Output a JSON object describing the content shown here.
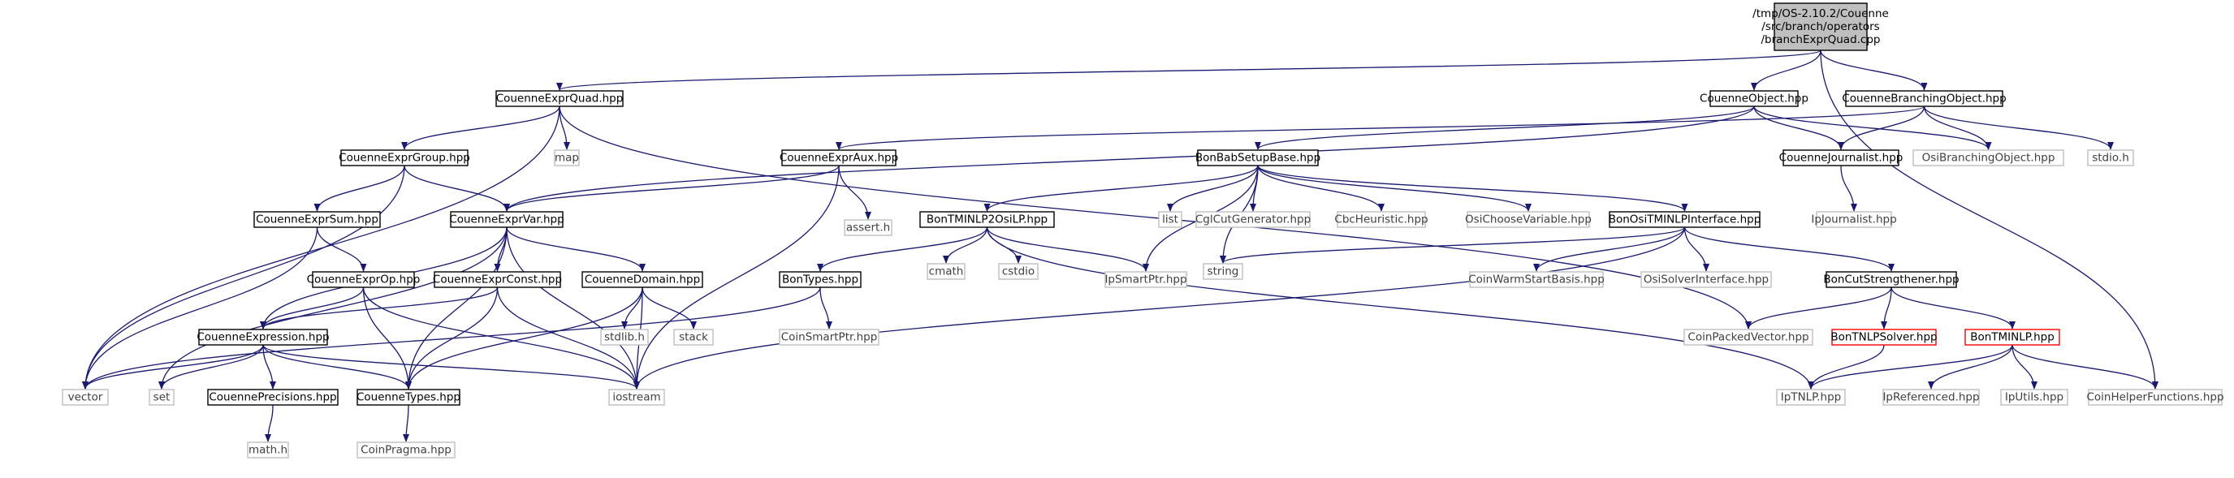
{
  "colors": {
    "edge": "#191970",
    "node_border_normal": "#000000",
    "node_border_external": "#bfbfbf",
    "node_border_truncated": "#ff0000",
    "root_fill": "#bfbfbf",
    "text_normal": "#000000",
    "text_external": "#404040"
  },
  "nodes": [
    {
      "id": "root",
      "label": "/tmp/OS-2.10.2/Couenne\n/src/branch/operators\n/branchExprQuad.cpp",
      "style": "root"
    },
    {
      "id": "cqd",
      "label": "CouenneExprQuad.hpp",
      "style": "normal"
    },
    {
      "id": "cob",
      "label": "CouenneObject.hpp",
      "style": "normal"
    },
    {
      "id": "cbo",
      "label": "CouenneBranchingObject.hpp",
      "style": "normal"
    },
    {
      "id": "cgrp",
      "label": "CouenneExprGroup.hpp",
      "style": "normal"
    },
    {
      "id": "map",
      "label": "map",
      "style": "external"
    },
    {
      "id": "caux",
      "label": "CouenneExprAux.hpp",
      "style": "normal"
    },
    {
      "id": "bbsb",
      "label": "BonBabSetupBase.hpp",
      "style": "normal"
    },
    {
      "id": "cjour",
      "label": "CouenneJournalist.hpp",
      "style": "normal"
    },
    {
      "id": "osibo",
      "label": "OsiBranchingObject.hpp",
      "style": "external"
    },
    {
      "id": "stdio",
      "label": "stdio.h",
      "style": "external"
    },
    {
      "id": "csum",
      "label": "CouenneExprSum.hpp",
      "style": "normal"
    },
    {
      "id": "cvar",
      "label": "CouenneExprVar.hpp",
      "style": "normal"
    },
    {
      "id": "asrt",
      "label": "assert.h",
      "style": "external"
    },
    {
      "id": "btm2o",
      "label": "BonTMINLP2OsiLP.hpp",
      "style": "normal"
    },
    {
      "id": "list",
      "label": "list",
      "style": "external"
    },
    {
      "id": "cglcg",
      "label": "CglCutGenerator.hpp",
      "style": "external"
    },
    {
      "id": "cbch",
      "label": "CbcHeuristic.hpp",
      "style": "external"
    },
    {
      "id": "osicv",
      "label": "OsiChooseVariable.hpp",
      "style": "external"
    },
    {
      "id": "bosi",
      "label": "BonOsiTMINLPInterface.hpp",
      "style": "normal"
    },
    {
      "id": "ipjour",
      "label": "IpJournalist.hpp",
      "style": "external"
    },
    {
      "id": "cop",
      "label": "CouenneExprOp.hpp",
      "style": "normal"
    },
    {
      "id": "cconst",
      "label": "CouenneExprConst.hpp",
      "style": "normal"
    },
    {
      "id": "cdom",
      "label": "CouenneDomain.hpp",
      "style": "normal"
    },
    {
      "id": "btypes",
      "label": "BonTypes.hpp",
      "style": "normal"
    },
    {
      "id": "cmath",
      "label": "cmath",
      "style": "external"
    },
    {
      "id": "cstdio",
      "label": "cstdio",
      "style": "external"
    },
    {
      "id": "ipsp",
      "label": "IpSmartPtr.hpp",
      "style": "external"
    },
    {
      "id": "string",
      "label": "string",
      "style": "external"
    },
    {
      "id": "cwsb",
      "label": "CoinWarmStartBasis.hpp",
      "style": "external"
    },
    {
      "id": "osisi",
      "label": "OsiSolverInterface.hpp",
      "style": "external"
    },
    {
      "id": "bcs",
      "label": "BonCutStrengthener.hpp",
      "style": "normal"
    },
    {
      "id": "cexpr",
      "label": "CouenneExpression.hpp",
      "style": "normal"
    },
    {
      "id": "stdlib",
      "label": "stdlib.h",
      "style": "external"
    },
    {
      "id": "stack",
      "label": "stack",
      "style": "external"
    },
    {
      "id": "csp",
      "label": "CoinSmartPtr.hpp",
      "style": "external"
    },
    {
      "id": "cpv",
      "label": "CoinPackedVector.hpp",
      "style": "external"
    },
    {
      "id": "btnlps",
      "label": "BonTNLPSolver.hpp",
      "style": "truncated"
    },
    {
      "id": "btminlp",
      "label": "BonTMINLP.hpp",
      "style": "truncated"
    },
    {
      "id": "vector",
      "label": "vector",
      "style": "external"
    },
    {
      "id": "set",
      "label": "set",
      "style": "external"
    },
    {
      "id": "cprec",
      "label": "CouennePrecisions.hpp",
      "style": "normal"
    },
    {
      "id": "ctypes",
      "label": "CouenneTypes.hpp",
      "style": "normal"
    },
    {
      "id": "iostream",
      "label": "iostream",
      "style": "external"
    },
    {
      "id": "iptnlp",
      "label": "IpTNLP.hpp",
      "style": "external"
    },
    {
      "id": "ipref",
      "label": "IpReferenced.hpp",
      "style": "external"
    },
    {
      "id": "iputils",
      "label": "IpUtils.hpp",
      "style": "external"
    },
    {
      "id": "chf",
      "label": "CoinHelperFunctions.hpp",
      "style": "external"
    },
    {
      "id": "mathh",
      "label": "math.h",
      "style": "external"
    },
    {
      "id": "cpragma",
      "label": "CoinPragma.hpp",
      "style": "external"
    }
  ],
  "edges": [
    [
      "root",
      "cqd"
    ],
    [
      "root",
      "cob"
    ],
    [
      "root",
      "cbo"
    ],
    [
      "root",
      "chf"
    ],
    [
      "cqd",
      "vector"
    ],
    [
      "cqd",
      "map"
    ],
    [
      "cqd",
      "cgrp"
    ],
    [
      "cqd",
      "cpv"
    ],
    [
      "cob",
      "cvar"
    ],
    [
      "cob",
      "cjour"
    ],
    [
      "cob",
      "osibo"
    ],
    [
      "cob",
      "bbsb"
    ],
    [
      "cbo",
      "caux"
    ],
    [
      "cbo",
      "cjour"
    ],
    [
      "cbo",
      "osibo"
    ],
    [
      "cbo",
      "stdio"
    ],
    [
      "cgrp",
      "vector"
    ],
    [
      "cgrp",
      "csum"
    ],
    [
      "cgrp",
      "cvar"
    ],
    [
      "caux",
      "cvar"
    ],
    [
      "caux",
      "asrt"
    ],
    [
      "caux",
      "iostream"
    ],
    [
      "bbsb",
      "btm2o"
    ],
    [
      "bbsb",
      "list"
    ],
    [
      "bbsb",
      "cglcg"
    ],
    [
      "bbsb",
      "cbch"
    ],
    [
      "bbsb",
      "osicv"
    ],
    [
      "bbsb",
      "bosi"
    ],
    [
      "bbsb",
      "ipsp"
    ],
    [
      "bbsb",
      "string"
    ],
    [
      "cjour",
      "ipjour"
    ],
    [
      "csum",
      "vector"
    ],
    [
      "csum",
      "cop"
    ],
    [
      "cvar",
      "set"
    ],
    [
      "cvar",
      "cexpr"
    ],
    [
      "cvar",
      "cconst"
    ],
    [
      "cvar",
      "cdom"
    ],
    [
      "cvar",
      "ctypes"
    ],
    [
      "cvar",
      "iostream"
    ],
    [
      "btm2o",
      "btypes"
    ],
    [
      "btm2o",
      "cmath"
    ],
    [
      "btm2o",
      "cstdio"
    ],
    [
      "btm2o",
      "ipsp"
    ],
    [
      "btm2o",
      "iptnlp"
    ],
    [
      "bosi",
      "string"
    ],
    [
      "bosi",
      "cwsb"
    ],
    [
      "bosi",
      "osisi"
    ],
    [
      "bosi",
      "bcs"
    ],
    [
      "bosi",
      "iostream"
    ],
    [
      "cop",
      "cexpr"
    ],
    [
      "cop",
      "ctypes"
    ],
    [
      "cop",
      "iostream"
    ],
    [
      "cconst",
      "cexpr"
    ],
    [
      "cconst",
      "ctypes"
    ],
    [
      "cconst",
      "iostream"
    ],
    [
      "cdom",
      "stdlib"
    ],
    [
      "cdom",
      "stack"
    ],
    [
      "cdom",
      "ctypes"
    ],
    [
      "cdom",
      "iostream"
    ],
    [
      "btypes",
      "vector"
    ],
    [
      "btypes",
      "csp"
    ],
    [
      "bcs",
      "cpv"
    ],
    [
      "bcs",
      "btnlps"
    ],
    [
      "bcs",
      "btminlp"
    ],
    [
      "cexpr",
      "vector"
    ],
    [
      "cexpr",
      "set"
    ],
    [
      "cexpr",
      "cprec"
    ],
    [
      "cexpr",
      "ctypes"
    ],
    [
      "cexpr",
      "iostream"
    ],
    [
      "btnlps",
      "iptnlp"
    ],
    [
      "btminlp",
      "iptnlp"
    ],
    [
      "btminlp",
      "ipref"
    ],
    [
      "btminlp",
      "iputils"
    ],
    [
      "btminlp",
      "chf"
    ],
    [
      "cprec",
      "mathh"
    ],
    [
      "ctypes",
      "cpragma"
    ]
  ]
}
